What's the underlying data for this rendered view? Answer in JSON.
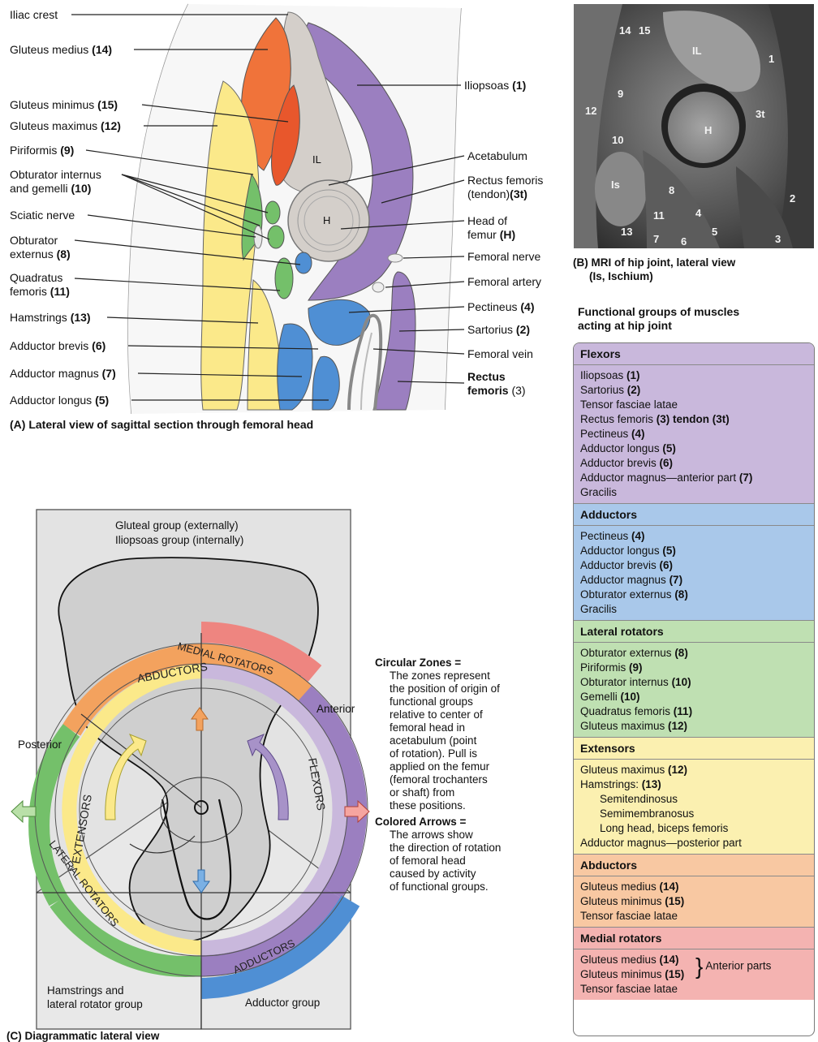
{
  "panel_a": {
    "caption": "(A) Lateral view of sagittal section through femoral head",
    "left_labels": [
      {
        "text": "Iliac crest",
        "num": ""
      },
      {
        "text": "Gluteus medius",
        "num": "(14)"
      },
      {
        "text": "Gluteus minimus",
        "num": "(15)"
      },
      {
        "text": "Gluteus maximus",
        "num": "(12)"
      },
      {
        "text": "Piriformis",
        "num": "(9)"
      },
      {
        "text": "Obturator internus",
        "num": ""
      },
      {
        "text": "and gemelli",
        "num": "(10)"
      },
      {
        "text": "Sciatic nerve",
        "num": ""
      },
      {
        "text": "Obturator",
        "num": ""
      },
      {
        "text": "externus",
        "num": "(8)"
      },
      {
        "text": "Quadratus",
        "num": ""
      },
      {
        "text": "femoris",
        "num": "(11)"
      },
      {
        "text": "Hamstrings",
        "num": "(13)"
      },
      {
        "text": "Adductor brevis",
        "num": "(6)"
      },
      {
        "text": "Adductor magnus",
        "num": "(7)"
      },
      {
        "text": "Adductor longus",
        "num": "(5)"
      }
    ],
    "right_labels": [
      {
        "text": "Iliopsoas",
        "num": "(1)"
      },
      {
        "text": "Acetabulum",
        "num": ""
      },
      {
        "text": "Rectus femoris",
        "num": ""
      },
      {
        "text": "(tendon)",
        "num": "(3t)"
      },
      {
        "text": "Head of",
        "num": ""
      },
      {
        "text": "femur",
        "num": "(H)"
      },
      {
        "text": "Femoral nerve",
        "num": ""
      },
      {
        "text": "Femoral artery",
        "num": ""
      },
      {
        "text": "Pectineus",
        "num": "(4)"
      },
      {
        "text": "Sartorius",
        "num": "(2)"
      },
      {
        "text": "Femoral vein",
        "num": ""
      },
      {
        "text": "Rectus",
        "num": ""
      },
      {
        "text": "femoris",
        "num": "(3)"
      }
    ],
    "inner_labels": {
      "il": "IL",
      "h": "H"
    }
  },
  "panel_b": {
    "caption_line1": "(B) MRI of hip joint, lateral view",
    "caption_line2": "(Is, Ischium)",
    "numbers": [
      "14",
      "15",
      "IL",
      "1",
      "9",
      "12",
      "3t",
      "H",
      "10",
      "Is",
      "8",
      "2",
      "11",
      "4",
      "13",
      "7",
      "6",
      "5",
      "3"
    ]
  },
  "functional_groups": {
    "title_line1": "Functional groups of muscles",
    "title_line2": "acting at hip joint",
    "groups": [
      {
        "name": "Flexors",
        "color": "#c9b8dc",
        "items": [
          {
            "text": "Iliopsoas",
            "num": "(1)"
          },
          {
            "text": "Sartorius",
            "num": "(2)"
          },
          {
            "text": "Tensor fasciae latae",
            "num": ""
          },
          {
            "text": "Rectus femoris",
            "num": "(3) tendon (3t)"
          },
          {
            "text": "Pectineus",
            "num": "(4)"
          },
          {
            "text": "Adductor longus",
            "num": "(5)"
          },
          {
            "text": "Adductor brevis",
            "num": "(6)"
          },
          {
            "text": "Adductor magnus—anterior part",
            "num": "(7)"
          },
          {
            "text": "Gracilis",
            "num": ""
          }
        ]
      },
      {
        "name": "Adductors",
        "color": "#a9c8ea",
        "items": [
          {
            "text": "Pectineus",
            "num": "(4)"
          },
          {
            "text": "Adductor longus",
            "num": "(5)"
          },
          {
            "text": "Adductor brevis",
            "num": "(6)"
          },
          {
            "text": "Adductor magnus",
            "num": "(7)"
          },
          {
            "text": "Obturator externus",
            "num": "(8)"
          },
          {
            "text": "Gracilis",
            "num": ""
          }
        ]
      },
      {
        "name": "Lateral rotators",
        "color": "#bfe0b2",
        "items": [
          {
            "text": "Obturator externus",
            "num": "(8)"
          },
          {
            "text": "Piriformis",
            "num": "(9)"
          },
          {
            "text": "Obturator internus",
            "num": "(10)"
          },
          {
            "text": "Gemelli",
            "num": "(10)"
          },
          {
            "text": "Quadratus femoris",
            "num": "(11)"
          },
          {
            "text": "Gluteus maximus",
            "num": "(12)"
          }
        ]
      },
      {
        "name": "Extensors",
        "color": "#fbf0b0",
        "items": [
          {
            "text": "Gluteus maximus",
            "num": "(12)"
          },
          {
            "text": "Hamstrings:",
            "num": "(13)"
          },
          {
            "text": "Semitendinosus",
            "num": "",
            "indent": true
          },
          {
            "text": "Semimembranosus",
            "num": "",
            "indent": true
          },
          {
            "text": "Long head, biceps femoris",
            "num": "",
            "indent": true
          },
          {
            "text": "Adductor magnus—posterior part",
            "num": ""
          }
        ]
      },
      {
        "name": "Abductors",
        "color": "#f8c8a2",
        "items": [
          {
            "text": "Gluteus medius",
            "num": "(14)"
          },
          {
            "text": "Gluteus minimus",
            "num": "(15)"
          },
          {
            "text": "Tensor fasciae latae",
            "num": ""
          }
        ]
      },
      {
        "name": "Medial rotators",
        "color": "#f4b3b1",
        "items": [
          {
            "text": "Gluteus medius",
            "num": "(14)"
          },
          {
            "text": "Gluteus minimus",
            "num": "(15)"
          },
          {
            "text": "Tensor fasciae latae",
            "num": ""
          }
        ],
        "brace_label": "Anterior parts"
      }
    ]
  },
  "panel_c": {
    "caption": "(C) Diagrammatic lateral view",
    "top_label_1": "Gluteal group (externally)",
    "top_label_2": "Iliopsoas group (internally)",
    "posterior": "Posterior",
    "anterior": "Anterior",
    "hamstrings_1": "Hamstrings and",
    "hamstrings_2": "lateral rotator group",
    "adductor_group": "Adductor group",
    "ring_labels": {
      "abductors": "ABDUCTORS",
      "medial_rotators": "MEDIAL ROTATORS",
      "flexors": "FLEXORS",
      "extensors": "EXTENSORS",
      "lateral_rotators": "LATERAL ROTATORS",
      "adductors": "ADDUCTORS"
    },
    "circular_zones_title": "Circular Zones =",
    "circular_zones_body": [
      "The zones represent",
      "the position of origin of",
      "functional groups",
      "relative to center of",
      "femoral head in",
      "acetabulum (point",
      "of rotation). Pull is",
      "applied on the femur",
      "(femoral trochanters",
      "or shaft) from",
      "these positions."
    ],
    "colored_arrows_title": "Colored Arrows =",
    "colored_arrows_body": [
      "The arrows show",
      "the direction of rotation",
      "of femoral head",
      "caused by activity",
      "of functional groups."
    ]
  },
  "colors": {
    "flexor": "#9b7fc0",
    "adductor": "#4f8fd4",
    "lateral_rotator": "#74c06a",
    "extensor": "#fbe98a",
    "abductor": "#f3a25e",
    "medial_rotator": "#ee8580",
    "gluteus_medius": "#f0733a",
    "bone": "#cfcac5"
  }
}
